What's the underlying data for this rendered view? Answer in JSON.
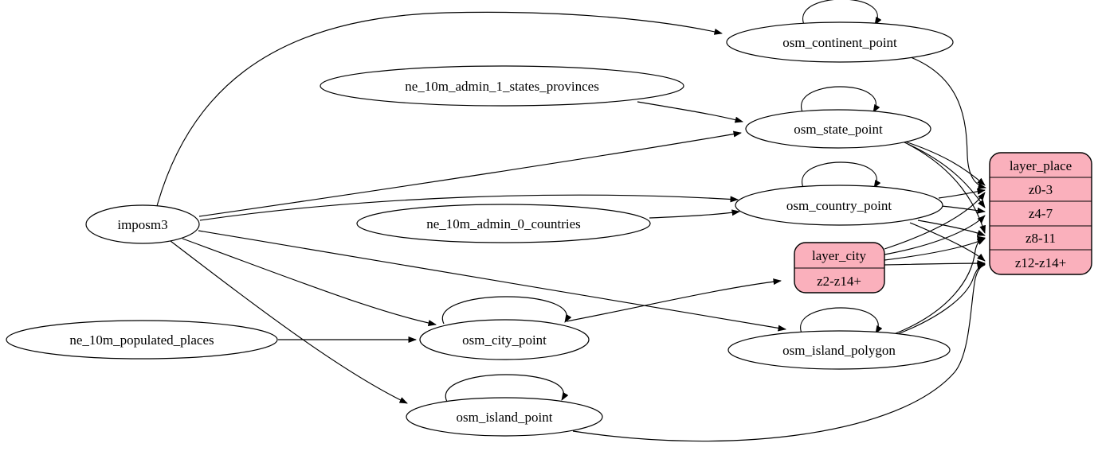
{
  "diagram": {
    "type": "etl-graph",
    "colors": {
      "record_fill": "#fab0bc",
      "table_fill": "#ffffff",
      "edge_stroke": "#000000"
    },
    "nodes": {
      "imposm3": {
        "label": "imposm3",
        "kind": "source"
      },
      "ne_10m_admin_1_states_provinces": {
        "label": "ne_10m_admin_1_states_provinces",
        "kind": "source"
      },
      "ne_10m_admin_0_countries": {
        "label": "ne_10m_admin_0_countries",
        "kind": "source"
      },
      "ne_10m_populated_places": {
        "label": "ne_10m_populated_places",
        "kind": "source"
      },
      "osm_continent_point": {
        "label": "osm_continent_point",
        "kind": "table"
      },
      "osm_state_point": {
        "label": "osm_state_point",
        "kind": "table"
      },
      "osm_country_point": {
        "label": "osm_country_point",
        "kind": "table"
      },
      "osm_city_point": {
        "label": "osm_city_point",
        "kind": "table"
      },
      "osm_island_polygon": {
        "label": "osm_island_polygon",
        "kind": "table"
      },
      "osm_island_point": {
        "label": "osm_island_point",
        "kind": "table"
      }
    },
    "records": {
      "layer_city": {
        "title": "layer_city",
        "rows": [
          "z2-z14+"
        ]
      },
      "layer_place": {
        "title": "layer_place",
        "rows": [
          "z0-3",
          "z4-7",
          "z8-11",
          "z12-z14+"
        ]
      }
    },
    "self_loops": [
      "osm_continent_point",
      "osm_state_point",
      "osm_country_point",
      "osm_city_point",
      "osm_island_polygon",
      "osm_island_point"
    ],
    "edges": [
      {
        "from": "imposm3",
        "to": "osm_continent_point"
      },
      {
        "from": "imposm3",
        "to": "osm_state_point"
      },
      {
        "from": "imposm3",
        "to": "osm_country_point"
      },
      {
        "from": "imposm3",
        "to": "osm_city_point"
      },
      {
        "from": "imposm3",
        "to": "osm_island_polygon"
      },
      {
        "from": "imposm3",
        "to": "osm_island_point"
      },
      {
        "from": "ne_10m_admin_1_states_provinces",
        "to": "osm_state_point"
      },
      {
        "from": "ne_10m_admin_0_countries",
        "to": "osm_country_point"
      },
      {
        "from": "ne_10m_populated_places",
        "to": "osm_city_point"
      },
      {
        "from": "osm_continent_point",
        "to": "layer_place",
        "row": "z0-3"
      },
      {
        "from": "osm_state_point",
        "to": "layer_place",
        "row": "z0-3"
      },
      {
        "from": "osm_state_point",
        "to": "layer_place",
        "row": "z4-7"
      },
      {
        "from": "osm_state_point",
        "to": "layer_place",
        "row": "z8-11"
      },
      {
        "from": "osm_country_point",
        "to": "layer_place",
        "row": "z0-3"
      },
      {
        "from": "osm_country_point",
        "to": "layer_place",
        "row": "z4-7"
      },
      {
        "from": "osm_country_point",
        "to": "layer_place",
        "row": "z8-11"
      },
      {
        "from": "osm_country_point",
        "to": "layer_place",
        "row": "z12-z14+"
      },
      {
        "from": "osm_city_point",
        "to": "layer_city",
        "row": "z2-z14+"
      },
      {
        "from": "layer_city",
        "to": "layer_place",
        "row": "z0-3"
      },
      {
        "from": "layer_city",
        "to": "layer_place",
        "row": "z4-7"
      },
      {
        "from": "layer_city",
        "to": "layer_place",
        "row": "z8-11"
      },
      {
        "from": "layer_city",
        "to": "layer_place",
        "row": "z12-z14+"
      },
      {
        "from": "osm_island_polygon",
        "to": "layer_place",
        "row": "z8-11"
      },
      {
        "from": "osm_island_polygon",
        "to": "layer_place",
        "row": "z12-z14+"
      },
      {
        "from": "osm_island_point",
        "to": "layer_place",
        "row": "z12-z14+"
      }
    ]
  }
}
